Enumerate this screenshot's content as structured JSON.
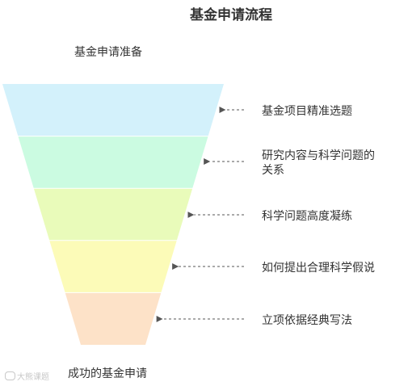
{
  "title": "基金申请流程",
  "top_label": "基金申请准备",
  "bottom_label": "成功的基金申请",
  "steps": [
    {
      "label": "基金项目精准选题",
      "color": "#d3f1fb"
    },
    {
      "label": "研究内容与科学问题的关系",
      "color": "#cbfbe1"
    },
    {
      "label": "科学问题高度凝练",
      "color": "#e9fbba"
    },
    {
      "label": "如何提出合理科学假说",
      "color": "#fcfbb8"
    },
    {
      "label": "立项依据经典写法",
      "color": "#fde2c8"
    }
  ],
  "arrow_color": "#555555",
  "watermark": {
    "icon": "weibo-icon",
    "text": "大熊课题"
  }
}
